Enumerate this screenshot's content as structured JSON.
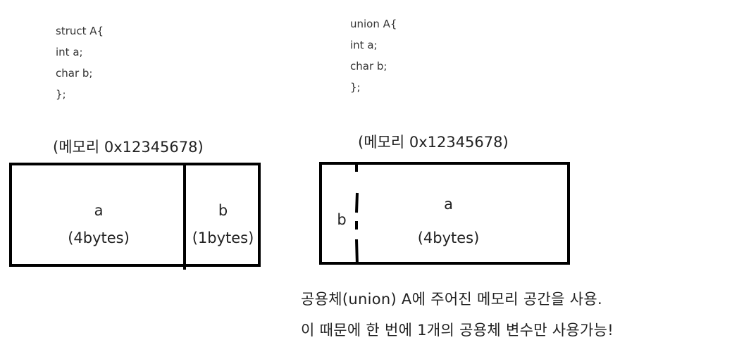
{
  "struct_code": {
    "lines": [
      "struct A{",
      "int a;",
      "char b;",
      "};"
    ]
  },
  "union_code": {
    "lines": [
      "union A{",
      "int a;",
      "char b;",
      "};"
    ]
  },
  "struct_memory": {
    "address_label": "(메모리 0x12345678)",
    "cell_a": {
      "name": "a",
      "size": "(4bytes)"
    },
    "cell_b": {
      "name": "b",
      "size": "(1bytes)"
    }
  },
  "union_memory": {
    "address_label": "(메모리 0x12345678)",
    "cell_b": {
      "name": "b"
    },
    "cell_a": {
      "name": "a",
      "size": "(4bytes)"
    }
  },
  "notes": [
    "공용체(union) A에 주어진 메모리 공간을 사용.",
    "이 때문에 한 번에 1개의 공용체 변수만 사용가능!"
  ]
}
